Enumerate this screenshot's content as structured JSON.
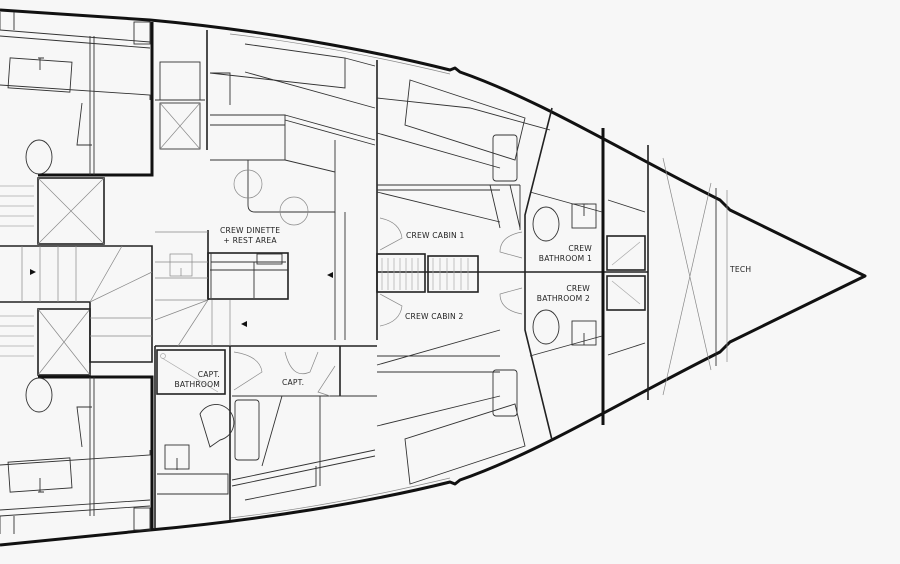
{
  "diagram": {
    "type": "yacht-floor-plan",
    "section": "bow / crew quarters",
    "colors": {
      "background": "#f7f7f7",
      "walls": "#111111",
      "fixtures": "#333333",
      "light_lines": "#888888"
    },
    "rooms": [
      {
        "id": "crew-dinette",
        "line1": "CREW DINETTE",
        "line2": "+ REST AREA"
      },
      {
        "id": "crew-cabin-1",
        "line1": "CREW CABIN 1"
      },
      {
        "id": "crew-cabin-2",
        "line1": "CREW CABIN 2"
      },
      {
        "id": "crew-bathroom-1",
        "line1": "CREW",
        "line2": "BATHROOM 1"
      },
      {
        "id": "crew-bathroom-2",
        "line1": "CREW",
        "line2": "BATHROOM 2"
      },
      {
        "id": "capt-bathroom",
        "line1": "CAPT.",
        "line2": "BATHROOM"
      },
      {
        "id": "capt",
        "line1": "CAPT."
      },
      {
        "id": "tech",
        "line1": "TECH"
      }
    ]
  }
}
